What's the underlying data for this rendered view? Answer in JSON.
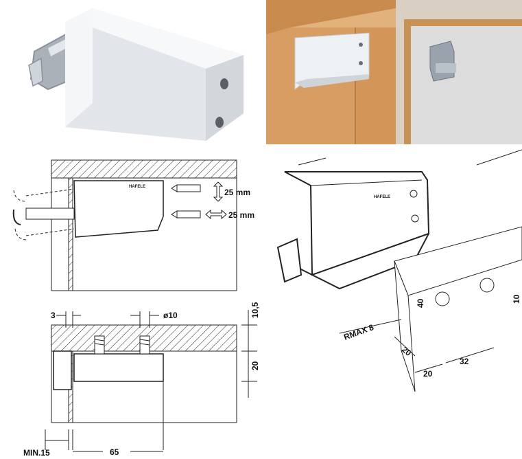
{
  "colors": {
    "bracket_white": "#eceff1",
    "bracket_metal": "#b8bec6",
    "wood": "#d9a26a",
    "wood_dark": "#c58a52",
    "wall_grey": "#cfcfcf",
    "line": "#222222"
  },
  "side_view": {
    "adjust_vertical": "25 mm",
    "adjust_horizontal": "25 mm",
    "logo_text": "HAFELE"
  },
  "section_view": {
    "dim_gap": "3",
    "dim_hole_dia": "ø10",
    "dim_top": "10,5",
    "dim_height": "20",
    "dim_min": "MIN.15",
    "dim_length": "65"
  },
  "iso_view": {
    "dim_radius": "RMAX 8",
    "dim_40": "40",
    "dim_20_side": "20",
    "dim_20_bottom": "20",
    "dim_32": "32",
    "dim_10": "10"
  }
}
